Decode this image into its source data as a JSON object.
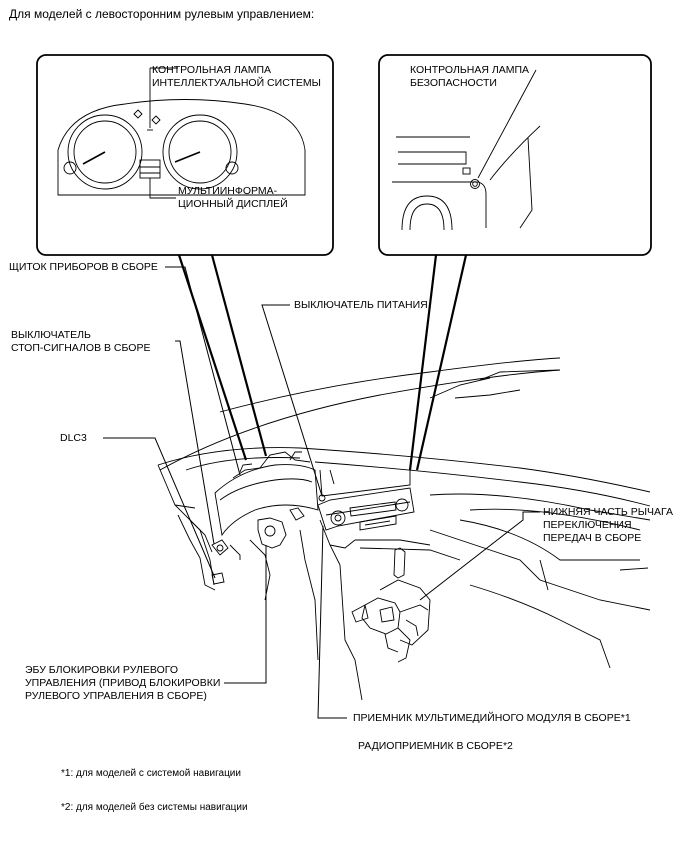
{
  "heading": "Для моделей с левосторонним рулевым управлением:",
  "labels": {
    "intelligent_lamp": "КОНТРОЛЬНАЯ ЛАМПА\nИНТЕЛЛЕКТУАЛЬНОЙ СИСТЕМЫ",
    "multi_display": "МУЛЬТИИНФОРМА-\nЦИОННЫЙ ДИСПЛЕЙ",
    "security_lamp": "КОНТРОЛЬНАЯ ЛАМПА\nБЕЗОПАСНОСТИ",
    "cluster": "ЩИТОК ПРИБОРОВ В СБОРЕ",
    "power_switch": "ВЫКЛЮЧАТЕЛЬ ПИТАНИЯ",
    "stop_switch": "ВЫКЛЮЧАТЕЛЬ\nСТОП-СИГНАЛОВ В СБОРЕ",
    "dlc3": "DLC3",
    "shift_lever": "НИЖНЯЯ ЧАСТЬ РЫЧАГА\nПЕРЕКЛЮЧЕНИЯ\nПЕРЕДАЧ В СБОРЕ",
    "steering_ecu": "ЭБУ БЛОКИРОВКИ РУЛЕВОГО\nУПРАВЛЕНИЯ (ПРИВОД БЛОКИРОВКИ\nРУЛЕВОГО УПРАВЛЕНИЯ В СБОРЕ)",
    "multimedia": "ПРИЕМНИК МУЛЬТИМЕДИЙНОГО МОДУЛЯ В СБОРЕ*1",
    "radio": "РАДИОПРИЕМНИК В СБОРЕ*2"
  },
  "footnotes": {
    "fn1": "*1: для моделей с системой навигации",
    "fn2": "*2: для моделей без системы навигации"
  }
}
